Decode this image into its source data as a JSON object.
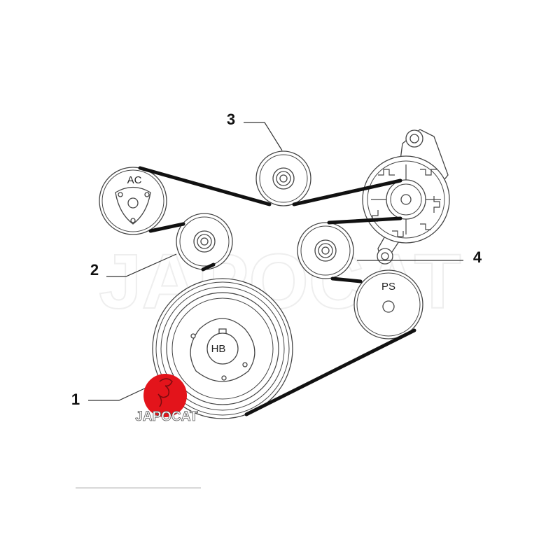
{
  "diagram": {
    "pulleys": {
      "ac": "AC",
      "ps": "PS",
      "hb": "HB"
    },
    "callouts": [
      "1",
      "2",
      "3",
      "4"
    ],
    "logo": {
      "text": "JAPOCAT",
      "color": "#e3141b"
    },
    "watermark": "JAPOCAT"
  }
}
